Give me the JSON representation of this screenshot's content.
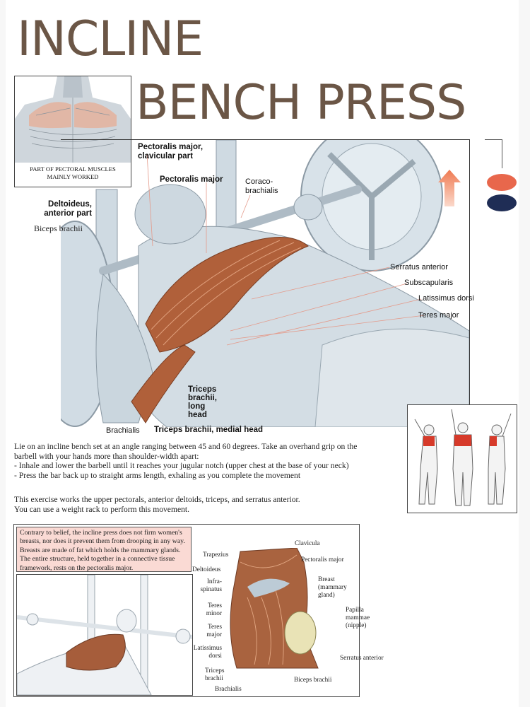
{
  "title": {
    "line1": "INCLINE",
    "line2": "BENCH PRESS"
  },
  "colors": {
    "title": "#6b5646",
    "arrow": "#ef7a52",
    "oval_primary": "#e8674c",
    "oval_secondary": "#1f2d55",
    "note_bg": "#fadad4",
    "muscle": "#b0603a",
    "skin": "#c9d5dd"
  },
  "inset_top": {
    "caption_line1": "PART OF PECTORAL MUSCLES",
    "caption_line2": "MAINLY WORKED"
  },
  "legend": {
    "arrow_icon": "up-arrow-icon",
    "ovals": [
      "primary-muscles",
      "secondary-muscles"
    ]
  },
  "main_labels": {
    "pec_clav_1": "Pectoralis major,",
    "pec_clav_2": "clavicular part",
    "pec_major": "Pectoralis major",
    "coraco_1": "Coraco-",
    "coraco_2": "brachialis",
    "deltoid_1": "Deltoideus,",
    "deltoid_2": "anterior part",
    "biceps": "Biceps brachii",
    "serratus": "Serratus anterior",
    "subscap": "Subscapularis",
    "lat": "Latissimus dorsi",
    "teres": "Teres major",
    "tri_long_1": "Triceps",
    "tri_long_2": "brachii,",
    "tri_long_3": "long",
    "tri_long_4": "head",
    "brachialis": "Brachialis",
    "tri_medial": "Triceps brachii, medial head"
  },
  "description": {
    "p1_l1": "Lie on an incline bench set at an angle ranging between 45 and 60 degrees. Take an overhand grip on the",
    "p1_l2": "barbell with your hands more than shoulder-width apart:",
    "p1_l3": "- Inhale and lower the barbell until it reaches your jugular notch (upper chest at the base of your neck)",
    "p1_l4": "- Press the bar back up to straight arms length, exhaling as you complete the movement",
    "p2_l1": "This exercise works the upper pectorals, anterior deltoids, triceps, and serratus anterior.",
    "p2_l2": "You can use a weight rack to perform this movement."
  },
  "note": "Contrary to belief, the incline press does not firm women's breasts, nor does it prevent them from drooping in any way. Breasts are made of fat which holds the mammary glands. The entire structure, held together in a connective tissue framework, rests on the pectoralis major.",
  "bottom_labels": {
    "clavicula": "Clavicula",
    "trapezius": "Trapezius",
    "deltoideus": "Deltoideus",
    "infra_1": "Infra-",
    "infra_2": "spinatus",
    "teres_minor_1": "Teres",
    "teres_minor_2": "minor",
    "teres_major_1": "Teres",
    "teres_major_2": "major",
    "lat_1": "Latissimus",
    "lat_2": "dorsi",
    "triceps_1": "Triceps",
    "triceps_2": "brachii",
    "brachialis": "Brachialis",
    "pec_major": "Pectoralis major",
    "breast_1": "Breast",
    "breast_2": "(mammary",
    "breast_3": "gland)",
    "papilla_1": "Papilla",
    "papilla_2": "mammae",
    "papilla_3": "(nipple)",
    "serratus": "Serratus anterior",
    "biceps": "Biceps brachii"
  }
}
